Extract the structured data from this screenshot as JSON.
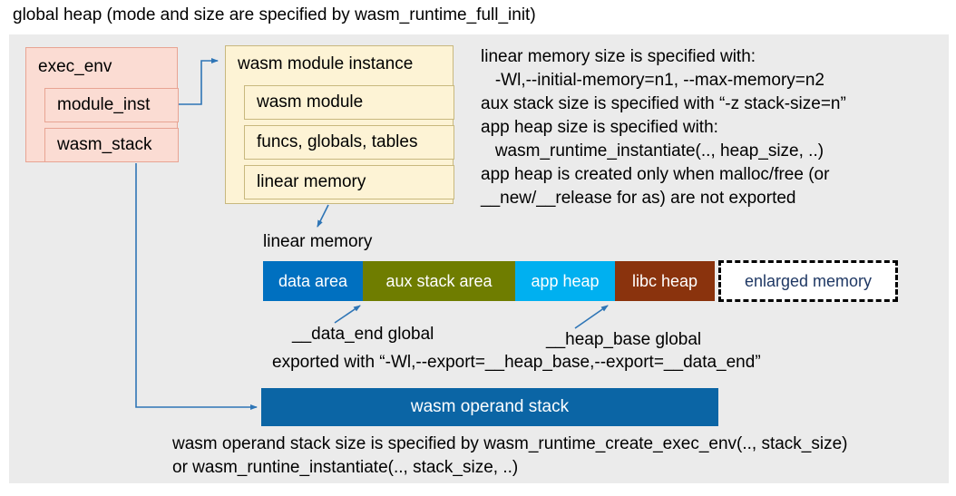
{
  "title": "global heap (mode and size are specified by wasm_runtime_full_init)",
  "colors": {
    "panel_bg": "#ebebeb",
    "pink_fill": "#fbdcd3",
    "pink_border": "#e8a493",
    "cream_fill": "#fdf3d5",
    "cream_border": "#c8b87e",
    "arrow": "#2e75b6",
    "enlarged_text": "#1f3864"
  },
  "exec_env": {
    "label": "exec_env",
    "children": [
      {
        "label": "module_inst"
      },
      {
        "label": "wasm_stack"
      }
    ]
  },
  "module_instance": {
    "label": "wasm module instance",
    "children": [
      {
        "label": "wasm module"
      },
      {
        "label": "funcs, globals, tables"
      },
      {
        "label": "linear memory"
      }
    ]
  },
  "notes_right": {
    "lines": [
      "linear memory size is specified with:",
      "   -Wl,--initial-memory=n1, --max-memory=n2",
      "aux stack size is specified with “-z stack-size=n”",
      "app heap size is specified with:",
      "   wasm_runtime_instantiate(.., heap_size, ..)",
      "app heap is created only when malloc/free (or",
      "__new/__release for as) are not exported"
    ]
  },
  "linear_memory": {
    "label": "linear memory",
    "segments": [
      {
        "label": "data area",
        "color": "#0070c0",
        "text_color": "#ffffff"
      },
      {
        "label": "aux stack area",
        "color": "#6f7d00",
        "text_color": "#ffffff"
      },
      {
        "label": "app heap",
        "color": "#00b0f0",
        "text_color": "#ffffff"
      },
      {
        "label": "libc heap",
        "color": "#8a330d",
        "text_color": "#ffffff"
      },
      {
        "label": "enlarged memory",
        "color": "#ffffff",
        "text_color": "#1f3864",
        "dashed": true
      }
    ]
  },
  "annotations": {
    "data_end": "__data_end global",
    "heap_base": "__heap_base global",
    "exported": "exported with “-Wl,--export=__heap_base,--export=__data_end”"
  },
  "operand_stack": {
    "label": "wasm operand stack",
    "color": "#0b65a5"
  },
  "footer": {
    "lines": [
      "wasm operand stack size is specified by wasm_runtime_create_exec_env(.., stack_size)",
      "or wasm_runtine_instantiate(.., stack_size, ..)"
    ]
  }
}
